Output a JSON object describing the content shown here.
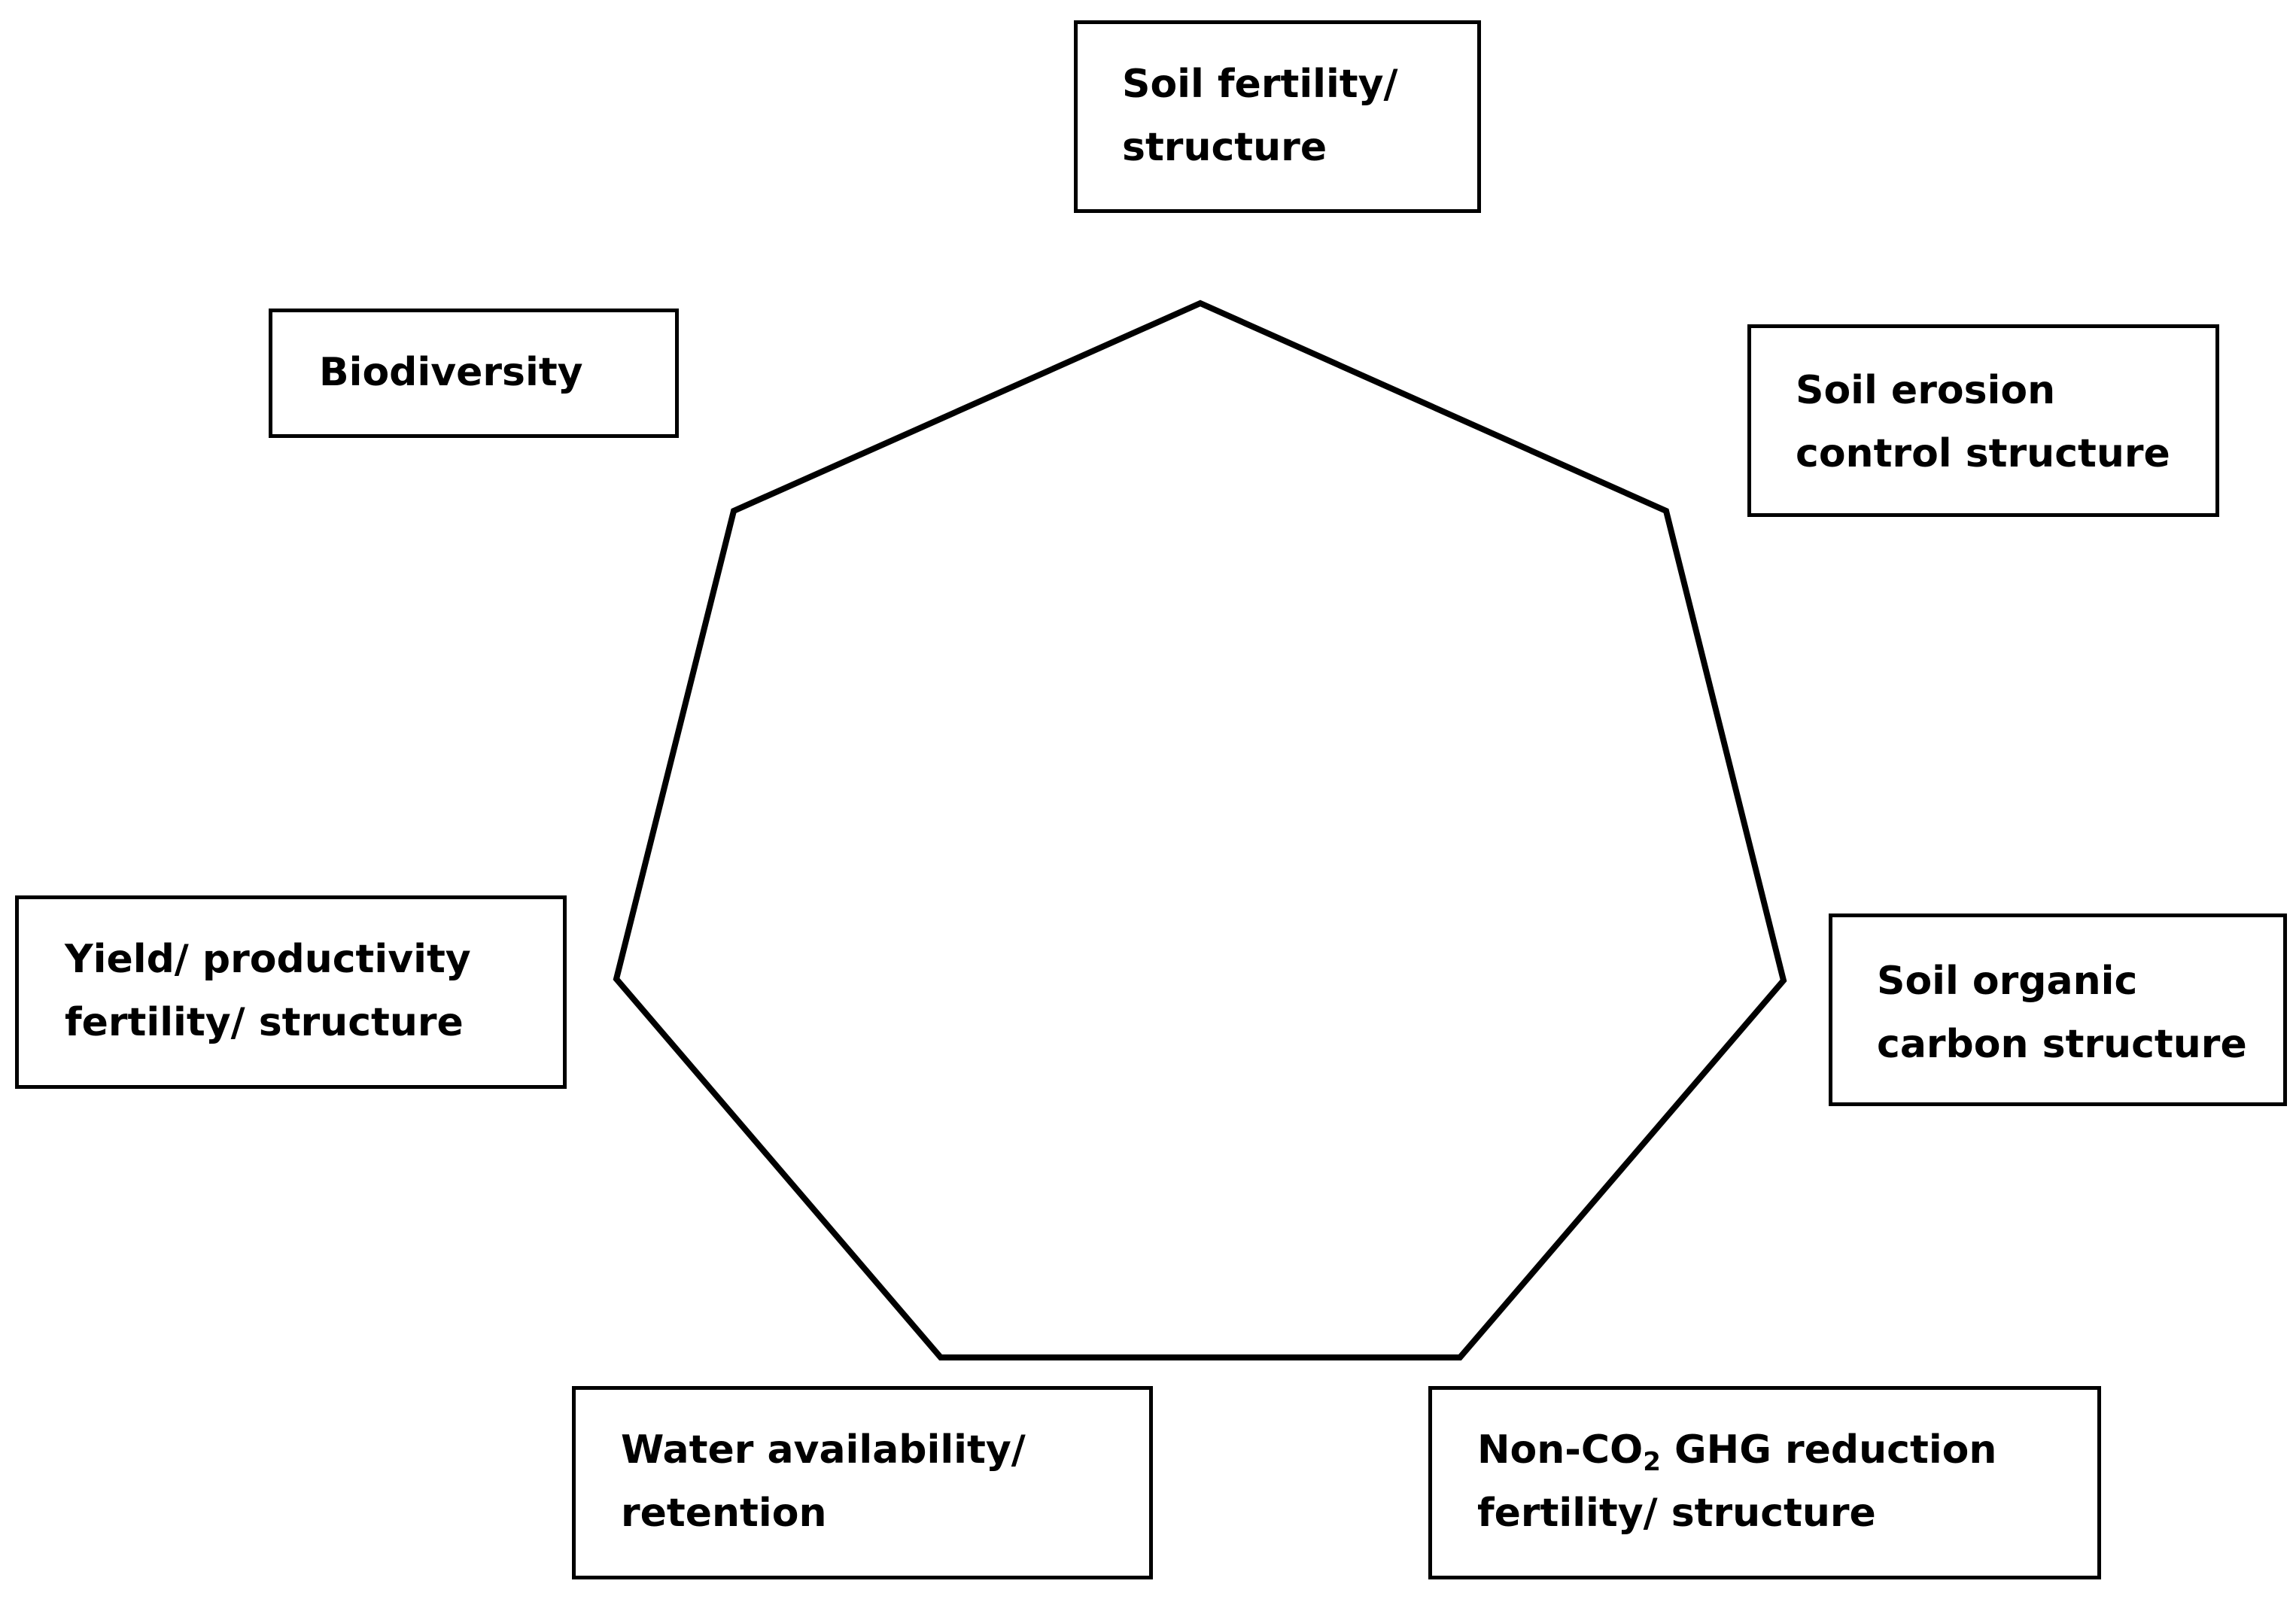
{
  "diagram": {
    "shape": "heptagon",
    "colors": {
      "stroke": "#000000",
      "background": "#ffffff"
    },
    "labels": {
      "soil_fertility": {
        "line1": "Soil fertility/",
        "line2": "structure"
      },
      "soil_erosion": {
        "line1": "Soil erosion",
        "line2": "control structure"
      },
      "soil_organic_carbon": {
        "line1": "Soil organic",
        "line2": "carbon structure"
      },
      "non_co2_ghg": {
        "line1_pre": "Non-CO",
        "line1_sub": "2",
        "line1_post": " GHG reduction",
        "line2": "fertility/ structure"
      },
      "water_availability": {
        "line1": "Water availability/",
        "line2": "retention"
      },
      "yield_productivity": {
        "line1": "Yield/ productivity",
        "line2": "fertility/ structure"
      },
      "biodiversity": {
        "line1": "Biodiversity"
      }
    }
  }
}
